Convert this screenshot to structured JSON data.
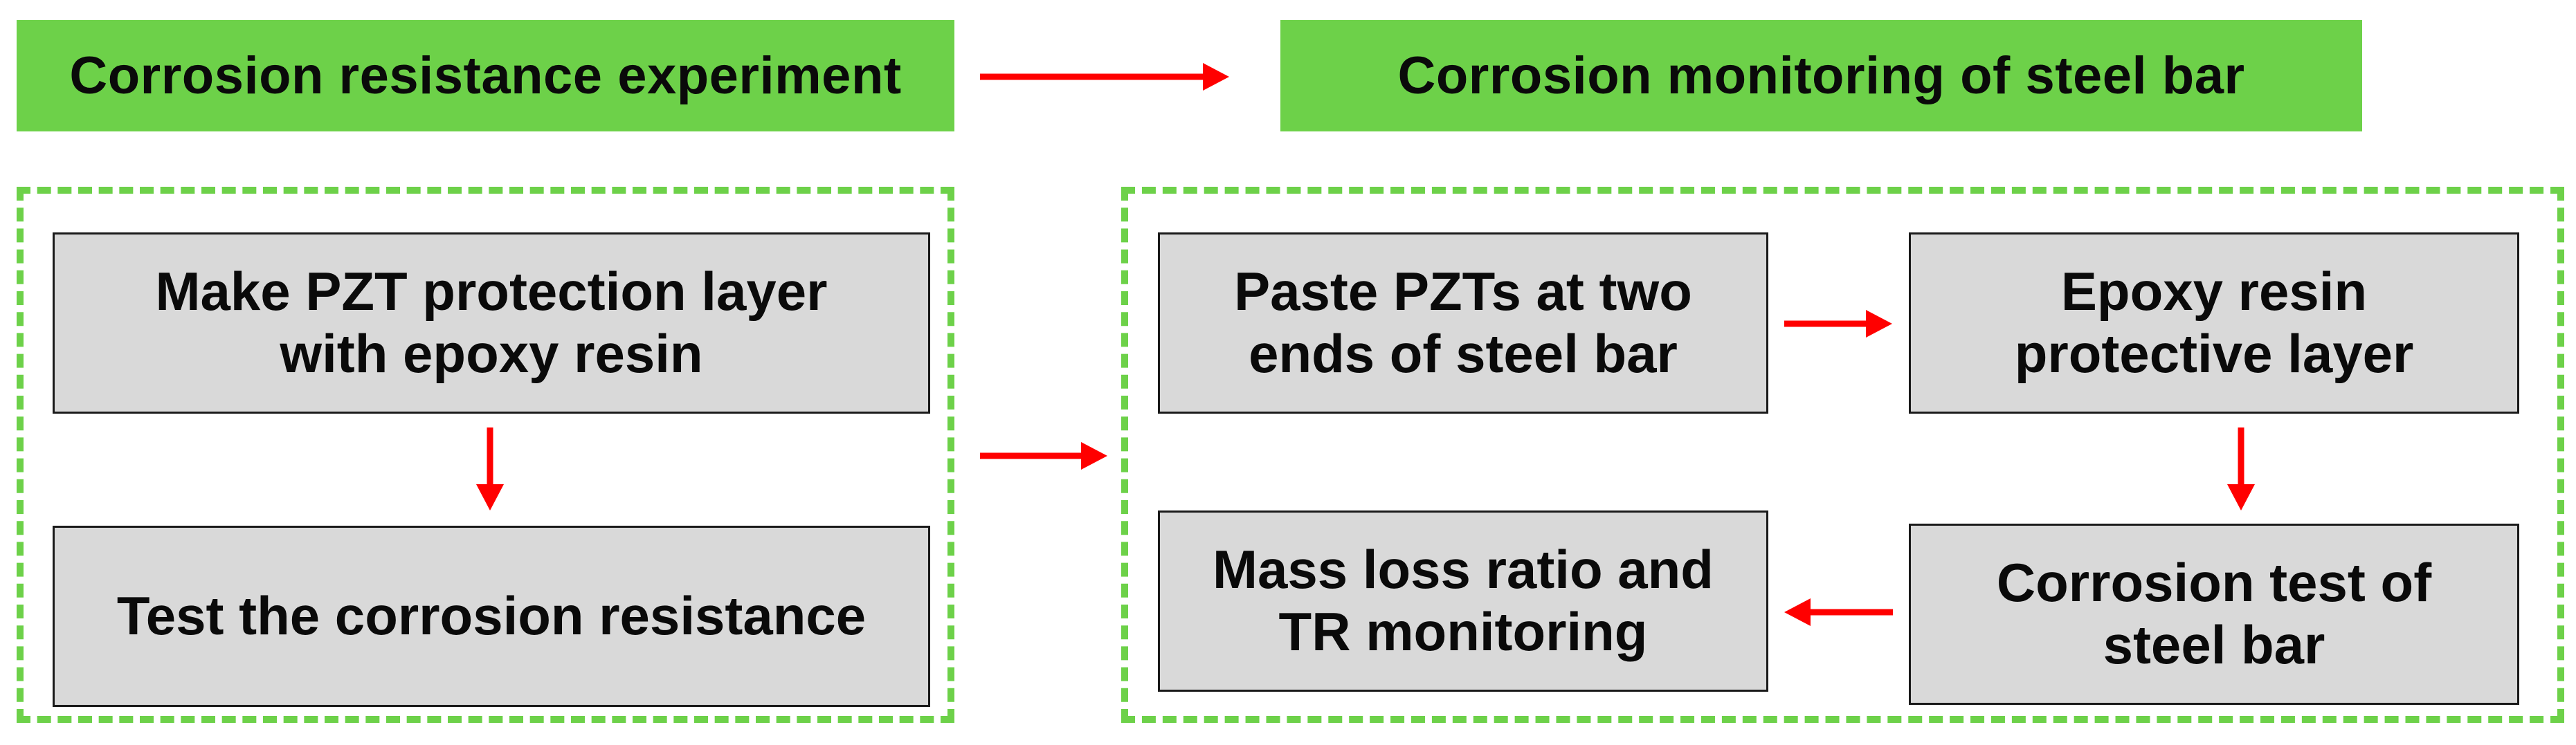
{
  "colors": {
    "header_fill": "#6dd149",
    "group_border": "#6dd149",
    "box_fill": "#d9d9d9",
    "box_border": "#1a1a1a",
    "arrow": "#ff0000",
    "text": "#0a0a0a"
  },
  "headers": {
    "left": "Corrosion resistance experiment",
    "right": "Corrosion monitoring of steel bar"
  },
  "left_group": {
    "box1": {
      "line1": "Make PZT protection layer",
      "line2": "with epoxy resin"
    },
    "box2": {
      "line1": "Test the corrosion resistance"
    }
  },
  "right_group": {
    "box_paste": {
      "line1": "Paste PZTs at two",
      "line2": "ends of steel bar"
    },
    "box_epoxy": {
      "line1": "Epoxy resin",
      "line2": "protective layer"
    },
    "box_corrosion": {
      "line1": "Corrosion test of",
      "line2": "steel bar"
    },
    "box_mass": {
      "line1": "Mass loss ratio and",
      "line2": "TR monitoring"
    }
  }
}
